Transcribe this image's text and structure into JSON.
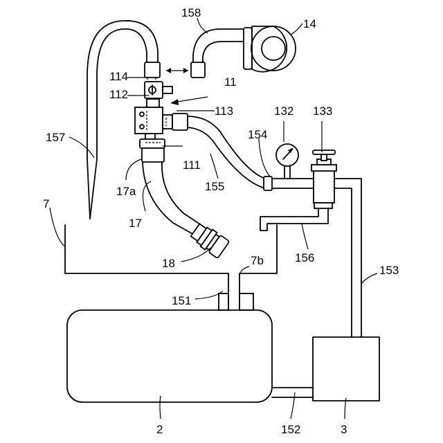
{
  "labels": {
    "l158": "158",
    "l14": "14",
    "l114": "114",
    "l11": "11",
    "l112": "112",
    "l113": "113",
    "l132": "132",
    "l133": "133",
    "l154": "154",
    "l157": "157",
    "l111": "111",
    "l17a": "17a",
    "l155": "155",
    "l7": "7",
    "l17": "17",
    "l156": "156",
    "l18": "18",
    "l7b": "7b",
    "l153": "153",
    "l151": "151",
    "l2": "2",
    "l152": "152",
    "l3": "3"
  }
}
